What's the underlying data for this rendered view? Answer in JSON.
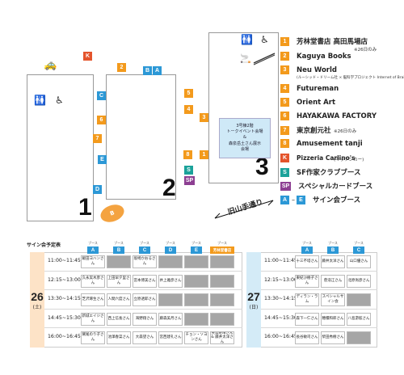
{
  "buildings": {
    "b1": "1",
    "b2": "2",
    "b3": "3"
  },
  "booths": {
    "K": "K",
    "B": "B",
    "A": "A",
    "C": "C",
    "D": "D",
    "E": "E",
    "n1": "1",
    "n2": "2",
    "n3": "3",
    "n4": "4",
    "n5": "5",
    "n6": "6",
    "n7": "7",
    "n8": "8",
    "S": "S",
    "SP": "SP",
    "P": "B"
  },
  "center_booth": {
    "line1": "3号棟2階",
    "line2": "トークイベント会場",
    "line3": "&",
    "line4": "森泉岳土さん展示",
    "line5": "会場"
  },
  "street": "旧山手通り",
  "legend": [
    {
      "key": "1",
      "color": "#f39a1c",
      "label": "芳林堂書店 高田馬場店",
      "note": "※26日のみ",
      "sub": ""
    },
    {
      "key": "2",
      "color": "#f39a1c",
      "label": "Kaguya Books",
      "note": "",
      "sub": ""
    },
    {
      "key": "3",
      "color": "#f39a1c",
      "label": "Neu World",
      "note": "",
      "sub": "(ルーシッド・ドリーム社 × 脳科学プロジェクト Internet of Brains)"
    },
    {
      "key": "4",
      "color": "#f39a1c",
      "label": "Futureman",
      "note": "",
      "sub": ""
    },
    {
      "key": "5",
      "color": "#f39a1c",
      "label": "Orient Art",
      "note": "",
      "sub": ""
    },
    {
      "key": "6",
      "color": "#f39a1c",
      "label": "HAYAKAWA FACTORY",
      "note": "",
      "sub": ""
    },
    {
      "key": "7",
      "color": "#f39a1c",
      "label": "東京創元社",
      "note": "※26日のみ",
      "sub": ""
    },
    {
      "key": "8",
      "color": "#f39a1c",
      "label": "Amusement tanji",
      "note": "",
      "sub": ""
    },
    {
      "key": "K",
      "color": "#e4542c",
      "label": "Pizzeria Carlino's",
      "note": "(キッチンカー)",
      "sub": ""
    },
    {
      "key": "S",
      "color": "#1ba29a",
      "label": "SF作家クラブブース",
      "note": "",
      "sub": ""
    },
    {
      "key": "SP",
      "color": "#8d3f92",
      "label": "スペシャルカードブース",
      "note": "",
      "sub": ""
    },
    {
      "key": "A",
      "color": "#2c98d6",
      "label": "サイン会ブース",
      "note": "",
      "sub": "",
      "key2": "E",
      "dash": "–"
    }
  ],
  "schedule": {
    "title": "サイン会予定表",
    "booth_word": "ブース",
    "times": [
      "11:00~11:45",
      "12:15~13:00",
      "13:30~14:15",
      "14:45~15:30",
      "16:00~16:45"
    ],
    "day26": {
      "num": "26",
      "wd": "(土)",
      "cols": [
        "A",
        "B",
        "C",
        "D",
        "E",
        "芳林堂書店"
      ],
      "rows": [
        [
          "飯田ヨハンさん",
          "",
          "坂崎かおるさん",
          "",
          "",
          ""
        ],
        [
          "久永実木彦さん",
          "上田早夕里さん",
          "宮本博美さん",
          "井上雅彦さん",
          "",
          ""
        ],
        [
          "芝沢琢生さん",
          "人間六度さん",
          "立原透耶さん",
          "",
          "",
          ""
        ],
        [
          "新城エイジさん",
          "西上信長さん",
          "海野翔さん",
          "藤森美月さん",
          "",
          ""
        ],
        [
          "鷲尾のり子さん",
          "池澤春菜さん",
          "大森望さん",
          "宮西建礼さん",
          "チョン・ソヨンさん",
          "矢島紀晴さん & 藤井太洋さん"
        ]
      ]
    },
    "day27": {
      "num": "27",
      "wd": "(日)",
      "cols": [
        "A",
        "B",
        "C"
      ],
      "rows": [
        [
          "十三不塔さん",
          "藤井太洋さん",
          "山口優さん"
        ],
        [
          "東紀沙樹子さん",
          "菅浩江さん",
          "北原尚彦さん"
        ],
        [
          "ディラン・ラム",
          "スペシャルサイン会",
          ""
        ],
        [
          "森下一仁さん",
          "穂積和郎さん",
          "八島游舷さん"
        ],
        [
          "長谷敏司さん",
          "柴田秀樹さん",
          ""
        ]
      ]
    }
  },
  "colors": {
    "orange": "#f39a1c",
    "red": "#e4542c",
    "blue": "#2c98d6",
    "teal": "#1ba29a",
    "purple": "#8d3f92",
    "day26_bg": "#fde3c7",
    "day27_bg": "#d4ebf7",
    "gray": "#a6a6a6"
  },
  "icons": [
    "taxi-icon",
    "restroom-icon",
    "wheelchair-icon",
    "smoking-area-icon"
  ]
}
